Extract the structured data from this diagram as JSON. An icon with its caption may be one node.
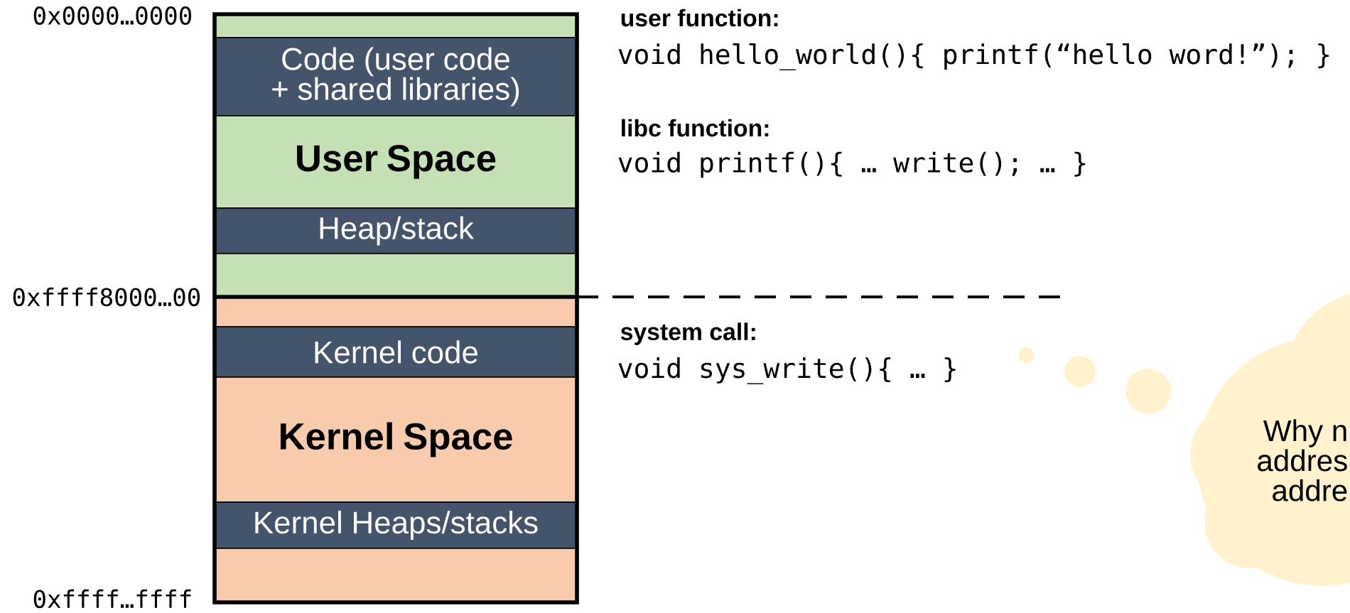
{
  "diagram": {
    "nodes": [
      {
        "text": [],
        "shape": "bar"
      },
      {
        "text": [
          "Code (user code + shared libraries)"
        ]
      },
      {
        "text": [
          "User Space"
        ]
      },
      {
        "text": [
          "Heap/stack"
        ]
      },
      {
        "text": [],
        "shape": "bar"
      },
      {
        "text": [],
        "shape": "bar"
      },
      {
        "text": [
          "Kernel code"
        ]
      },
      {
        "text": [
          "Kernel Space"
        ]
      },
      {
        "text": [
          "Kernel Heaps/stacks"
        ]
      },
      {
        "text": [],
        "shape": "bar"
      },
      {
        "text": [
          "Why n addres addre"
        ]
      }
    ],
    "labels": [
      "0x0000…0000",
      "0xffff8000…00",
      "0xffff…ffff",
      "user function:",
      "void hello_world(){ printf(“hello word!”); }",
      "libc function:",
      "void printf(){ …  write(); … }",
      "system call:",
      "void sys_write(){ … }"
    ]
  }
}
